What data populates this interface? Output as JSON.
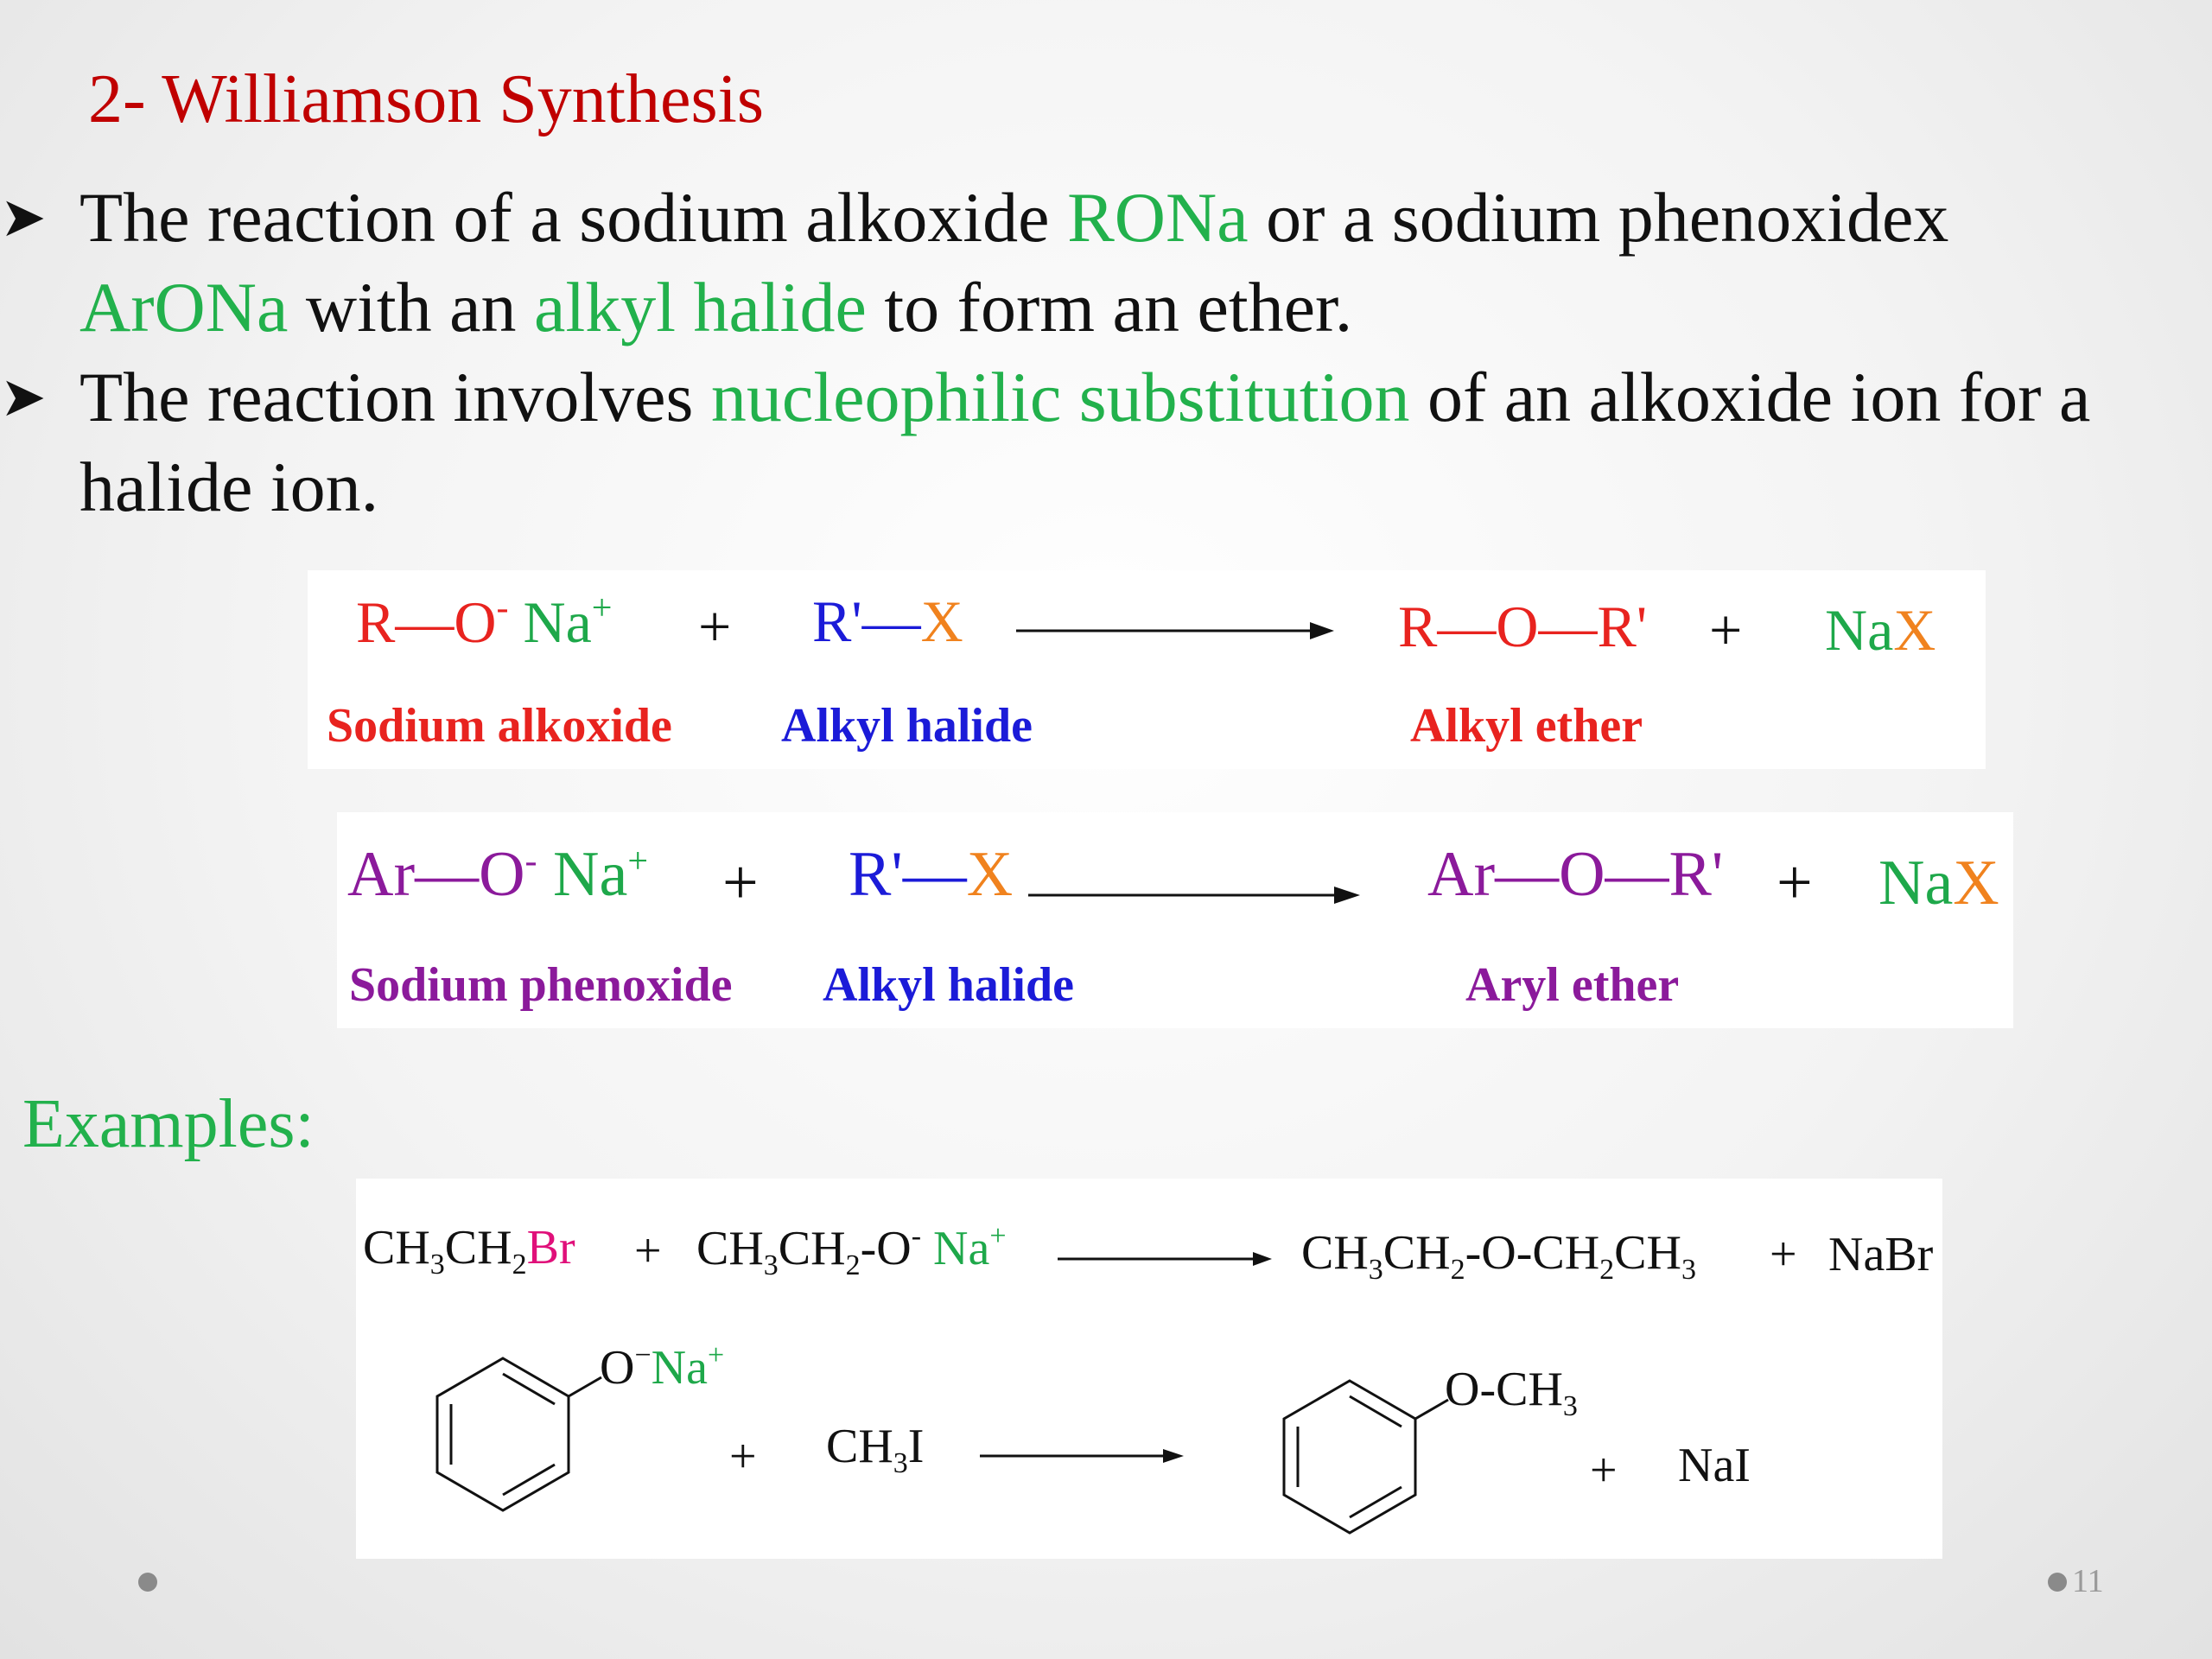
{
  "title": "2- Williamson Synthesis",
  "bullets": [
    {
      "parts": [
        "The reaction of a sodium alkoxide ",
        "RONa",
        " or a sodium phenoxidex ",
        "ArONa",
        " with an ",
        "alkyl halide",
        " to form an ether."
      ]
    },
    {
      "parts": [
        "The reaction involves ",
        "nucleophilic substitution",
        " of an alkoxide ion for a halide ion."
      ]
    }
  ],
  "reaction1": {
    "reactant1": "R—O",
    "reactant1_charge": "-",
    "reactant1_cation": "Na",
    "reactant1_cation_charge": "+",
    "plus": "+",
    "reactant2_r": "R'",
    "reactant2_x": "X",
    "product1": "R—O—R'",
    "product2_na": "Na",
    "product2_x": "X",
    "label_reactant1": "Sodium alkoxide",
    "label_reactant2": "Alkyl halide",
    "label_product": "Alkyl ether"
  },
  "reaction2": {
    "reactant1": "Ar—O",
    "reactant1_charge": "-",
    "reactant1_cation": "Na",
    "reactant1_cation_charge": "+",
    "plus": "+",
    "reactant2_r": "R'",
    "reactant2_x": "X",
    "product1": "Ar—O—R'",
    "product2_na": "Na",
    "product2_x": "X",
    "label_reactant1": "Sodium phenoxide",
    "label_reactant2": "Alkyl halide",
    "label_product": "Aryl ether"
  },
  "examples_heading": "Examples:",
  "example1": {
    "ch": "CH",
    "three": "3",
    "two": "2",
    "br": "Br",
    "plus": "+",
    "o_minus": "O",
    "minus": "-",
    "na": "Na",
    "na_plus": "+",
    "product_o": "O",
    "product_nabr": "NaBr"
  },
  "example2": {
    "onat_o": "O",
    "onat_minus": "−",
    "onat_na": "Na",
    "onat_plus": "+",
    "plus": "+",
    "ch3i_ch": "CH",
    "ch3i_three": "3",
    "ch3i_i": "I",
    "och3_o": "O-CH",
    "och3_three": "3",
    "product_plus": "+",
    "product_nai": "NaI"
  },
  "page_number": "11",
  "colors": {
    "title": "#c00000",
    "highlight": "#22b14c",
    "red": "#e8231f",
    "blue": "#1b1bd8",
    "orange": "#f0821e",
    "green": "#1ea84a",
    "purple": "#8b1a9b",
    "pink": "#e0107a"
  }
}
